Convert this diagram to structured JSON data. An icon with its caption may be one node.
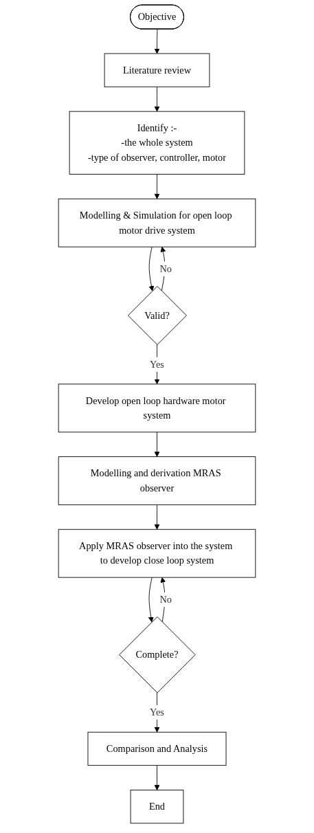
{
  "diagram": {
    "nodes": [
      {
        "text": [
          "Objective"
        ]
      },
      {
        "text": [
          "Literature review"
        ]
      },
      {
        "text": [
          "Identify :-",
          "-the whole system",
          "-type of observer, controller, motor"
        ]
      },
      {
        "text": [
          "Modelling & Simulation for open loop motor drive system"
        ]
      },
      {
        "text": [
          "Valid?"
        ]
      },
      {
        "text": [
          "Develop open loop hardware motor system"
        ]
      },
      {
        "text": [
          "Modelling and derivation MRAS observer"
        ]
      },
      {
        "text": [
          "Apply MRAS observer into the system to develop close loop system"
        ]
      },
      {
        "text": [
          "Complete?"
        ]
      },
      {
        "text": [
          "Comparison and Analysis"
        ]
      },
      {
        "text": [
          "End"
        ]
      }
    ],
    "edges": [
      {
        "from": 0,
        "to": 1,
        "arrow": "to"
      },
      {
        "from": 1,
        "to": 2,
        "arrow": "to"
      },
      {
        "from": 2,
        "to": 3,
        "arrow": "to"
      },
      {
        "from": 3,
        "to": 4,
        "arrow": "to"
      },
      {
        "from": 4,
        "to": 3,
        "arrow": "to",
        "label": "No"
      },
      {
        "from": 4,
        "to": 5,
        "arrow": "to",
        "label": "Yes"
      },
      {
        "from": 5,
        "to": 6,
        "arrow": "to"
      },
      {
        "from": 6,
        "to": 7,
        "arrow": "to"
      },
      {
        "from": 7,
        "to": 8,
        "arrow": "to"
      },
      {
        "from": 8,
        "to": 7,
        "arrow": "to",
        "label": "No"
      },
      {
        "from": 8,
        "to": 9,
        "arrow": "to",
        "label": "Yes"
      },
      {
        "from": 9,
        "to": 10,
        "arrow": "to"
      }
    ]
  }
}
